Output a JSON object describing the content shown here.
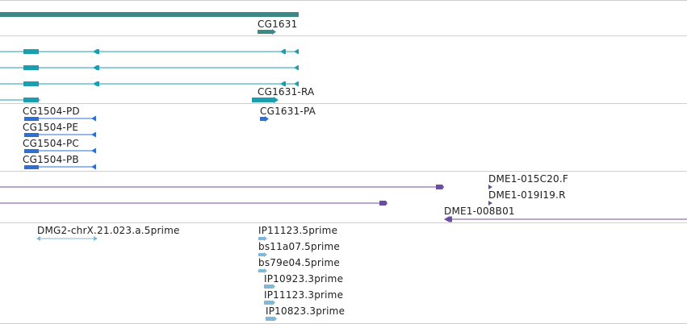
{
  "labels": {
    "cg1631": "CG1631",
    "cg1631_ra": "CG1631-RA",
    "cg1631_pa": "CG1631-PA",
    "cg1504_pd": "CG1504-PD",
    "cg1504_pe": "CG1504-PE",
    "cg1504_pc": "CG1504-PC",
    "cg1504_pb": "CG1504-PB",
    "dme1_015c20_f": "DME1-015C20.F",
    "dme1_019i19_r": "DME1-019I19.R",
    "dme1_008b01": "DME1-008B01",
    "dmg2_chrx": "DMG2-chrX.21.023.a.5prime",
    "ip11123_5prime": "IP11123.5prime",
    "bs11a07_5prime": "bs11a07.5prime",
    "bs79e04_5prime": "bs79e04.5prime",
    "ip10923_3prime": "IP10923.3prime",
    "ip11123_3prime": "IP11123.3prime",
    "ip10823_3prime": "IP10823.3prime"
  },
  "colors": {
    "gene": "#3a8a8a",
    "transcript": "#1a9fb0",
    "protein": "#2f6fd0",
    "clone_end": "#6a4fa0",
    "est": "#80b8d8",
    "divider": "#cfcfcf",
    "text": "#202020"
  }
}
